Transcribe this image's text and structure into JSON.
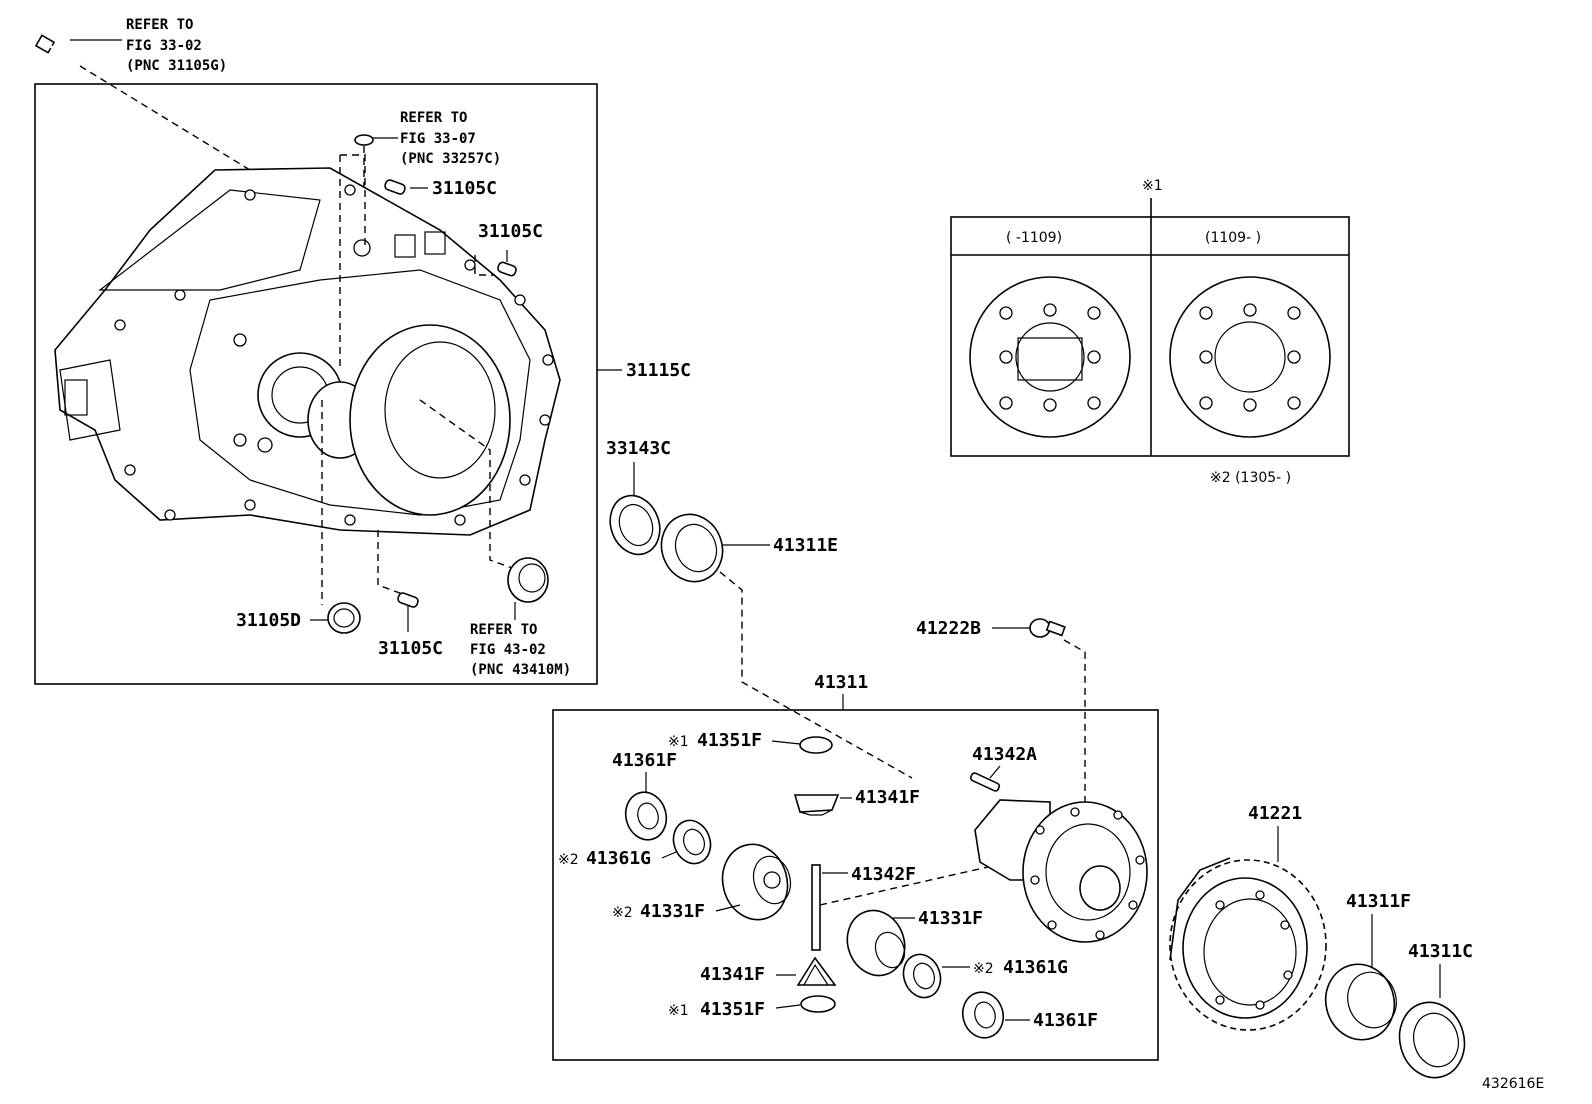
{
  "diagram_id": "432616E",
  "refs": {
    "top_bolt": [
      "REFER TO",
      "FIG 33-02",
      "(PNC 31105G)"
    ],
    "top_cap": [
      "REFER TO",
      "FIG 33-07",
      "(PNC 33257C)"
    ],
    "bottom_seal": [
      "REFER TO",
      "FIG 43-02",
      "(PNC 43410M)"
    ]
  },
  "parts": {
    "p31105C_a": "31105C",
    "p31105C_b": "31105C",
    "p31105C_c": "31105C",
    "p31115C": "31115C",
    "p31105D": "31105D",
    "p33143C": "33143C",
    "p41311E": "41311E",
    "p41222B": "41222B",
    "p41311": "41311",
    "p41351F_top": "41351F",
    "p41361F_left": "41361F",
    "p41341F_top": "41341F",
    "p41361G_left": "41361G",
    "p41342F": "41342F",
    "p41331F_left": "41331F",
    "p41331F_right": "41331F",
    "p41341F_bot": "41341F",
    "p41351F_bot": "41351F",
    "p41361G_right": "41361G",
    "p41361F_right": "41361F",
    "p41342A": "41342A",
    "p41221": "41221",
    "p41311F": "41311F",
    "p41311C": "41311C"
  },
  "marks": {
    "m1": "※1",
    "m2": "※2",
    "inset_title": "※1",
    "inset_footer": "※2 (1305-      )"
  },
  "inset": {
    "col_left": "(      -1109)",
    "col_right": "(1109-      )"
  }
}
